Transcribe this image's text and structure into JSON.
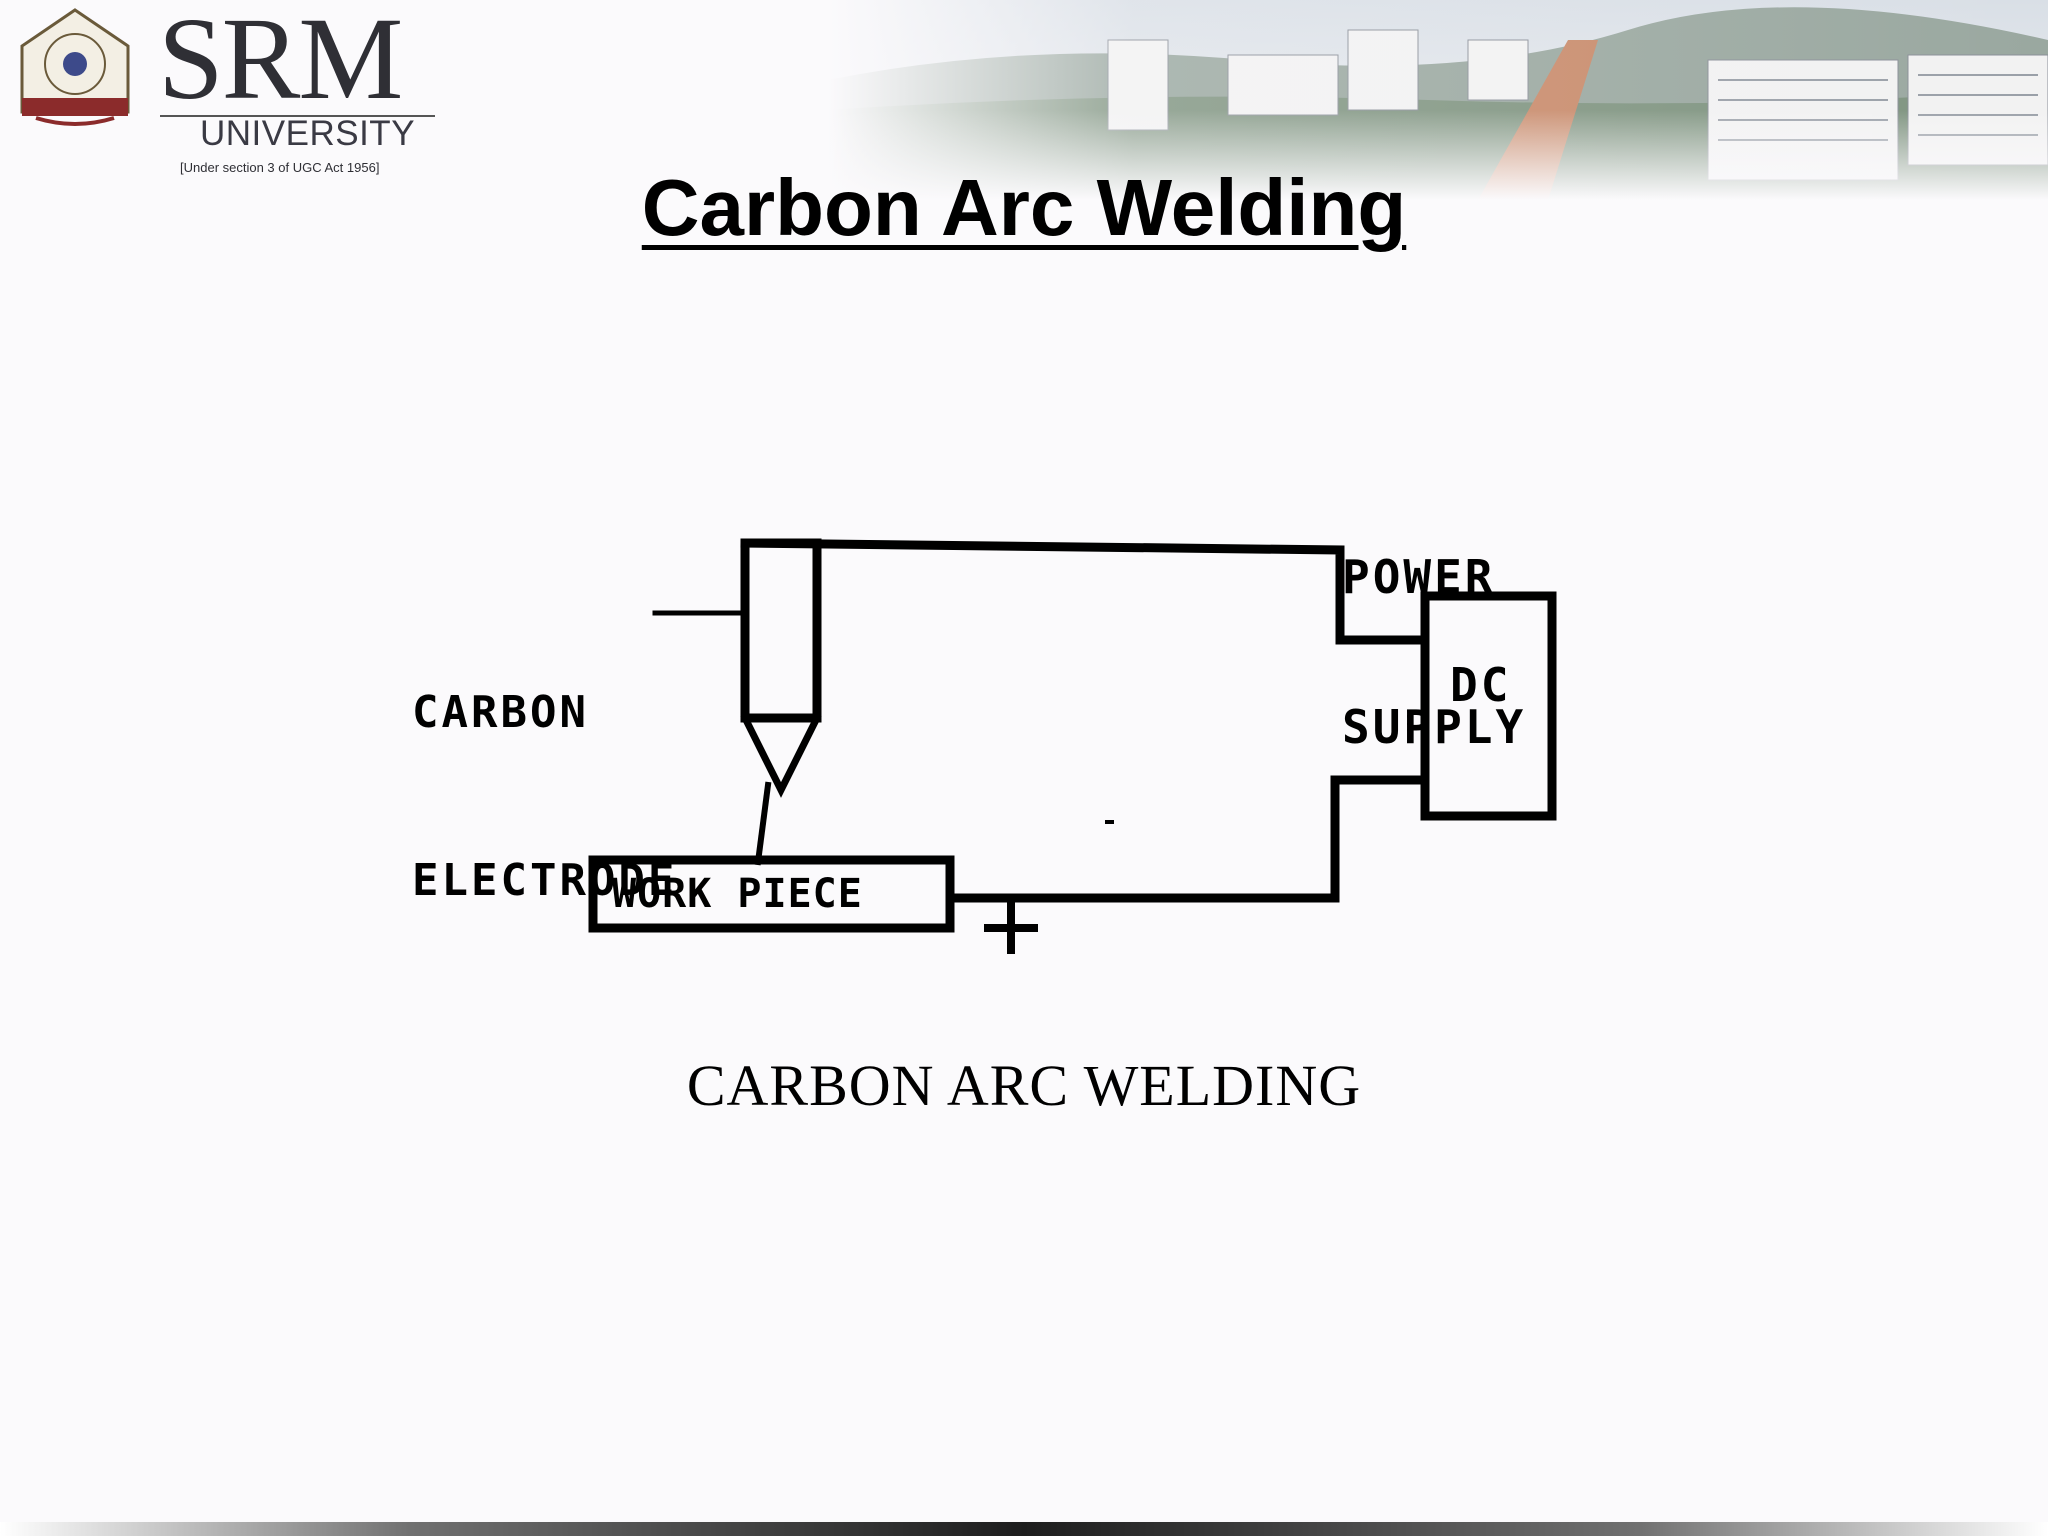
{
  "branding": {
    "name": "SRM",
    "subtitle": "UNIVERSITY",
    "note": "[Under section 3 of UGC Act 1956]"
  },
  "slide": {
    "title": "Carbon Arc Welding"
  },
  "diagram": {
    "labels": {
      "power_supply_line1": "POWER",
      "power_supply_line2": "SUPPLY",
      "carbon_electrode_line1": "CARBON",
      "carbon_electrode_line2": "ELECTRODE",
      "dc": "DC",
      "work_piece": "WORK PIECE",
      "plus_sign": "+"
    },
    "caption": "CARBON ARC WELDING"
  },
  "colors": {
    "background": "#fbfafc",
    "ink": "#000000"
  }
}
